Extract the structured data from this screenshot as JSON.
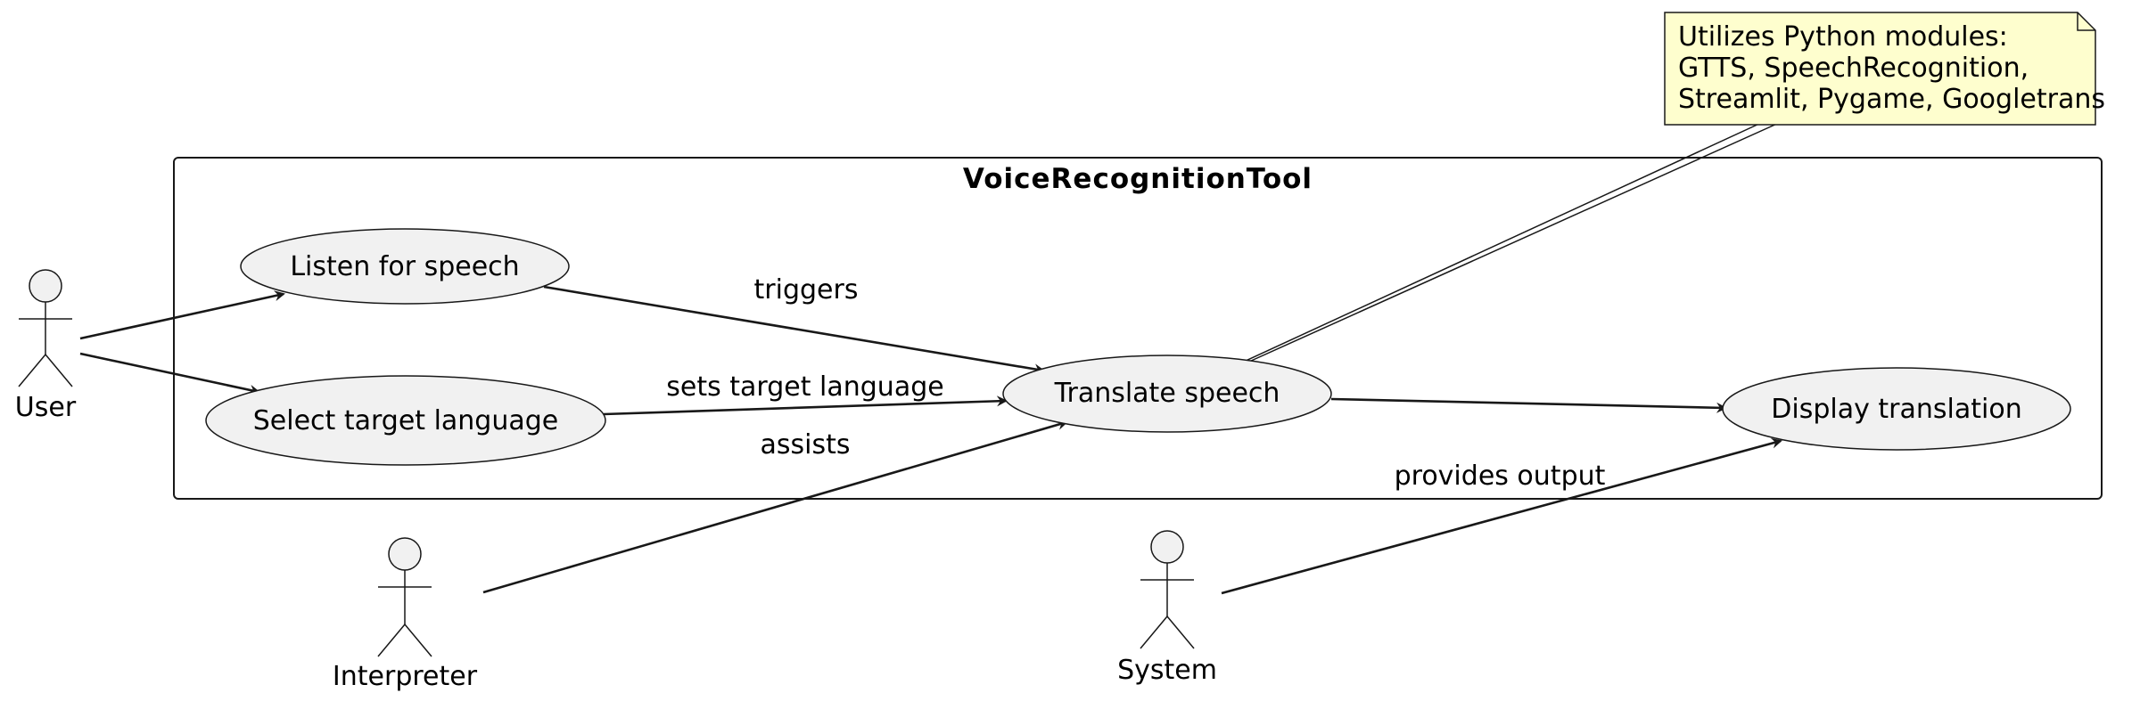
{
  "system": {
    "title": "VoiceRecognitionTool"
  },
  "actors": {
    "user": "User",
    "interpreter": "Interpreter",
    "system": "System"
  },
  "usecases": {
    "listen": "Listen for speech",
    "select": "Select target language",
    "translate": "Translate speech",
    "display": "Display translation"
  },
  "edges": {
    "triggers": "triggers",
    "sets_language": "sets target language",
    "assists": "assists",
    "provides_output": "provides output"
  },
  "note": {
    "lines": [
      "Utilizes Python modules:",
      "GTTS, SpeechRecognition,",
      "Streamlit, Pygame, Googletrans"
    ]
  },
  "colors": {
    "note_fill": "#fefece",
    "node_fill": "#f1f1f1",
    "stroke": "#181818"
  }
}
